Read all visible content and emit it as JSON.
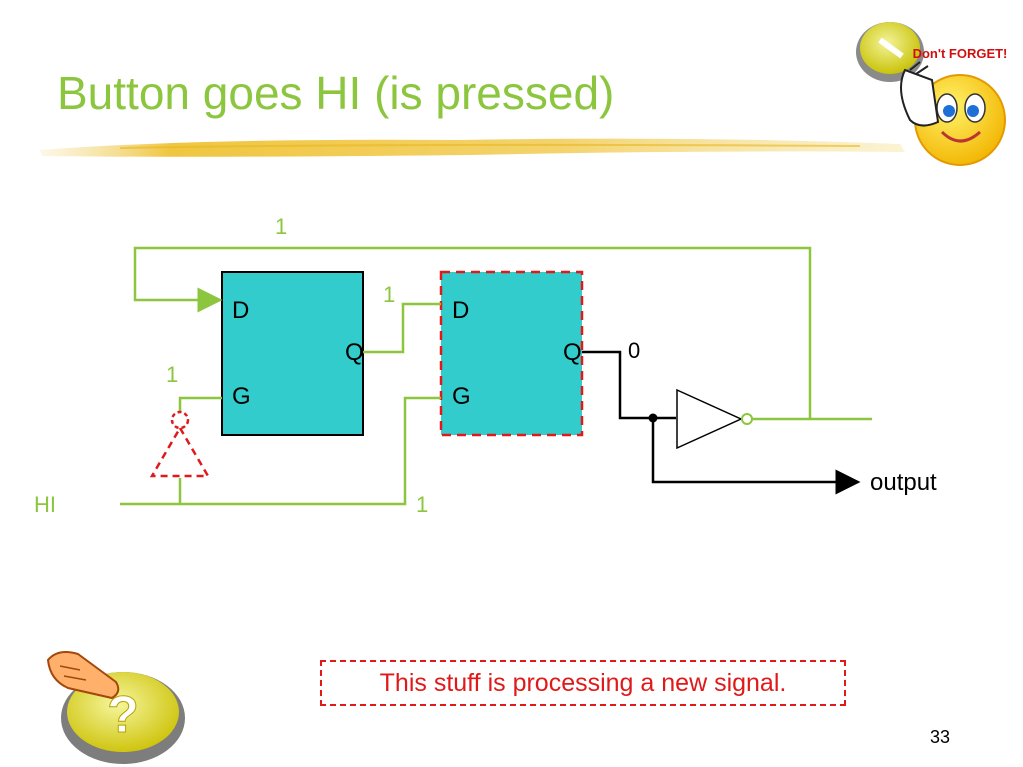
{
  "slide": {
    "title": "Button goes HI (is pressed)",
    "note": "This stuff is processing a new signal.",
    "page_number": "33",
    "colors": {
      "title": "#8cc63f",
      "wire_green": "#8cc63f",
      "wire_black": "#000000",
      "latch_fill": "#33cccc",
      "highlight_red": "#e01a1a"
    }
  },
  "diagram": {
    "latch1": {
      "d": "D",
      "g": "G",
      "q": "Q"
    },
    "latch2": {
      "d": "D",
      "g": "G",
      "q": "Q"
    },
    "labels": {
      "feedback": "1",
      "q1": "1",
      "g1": "1",
      "hi_g2": "1",
      "q2": "0",
      "input": "HI",
      "output": "output"
    }
  },
  "icons": {
    "top_right": "dont-forget-smiley-icon",
    "top_right_text": "Don't FORGET!",
    "bottom_left": "question-button-icon"
  }
}
